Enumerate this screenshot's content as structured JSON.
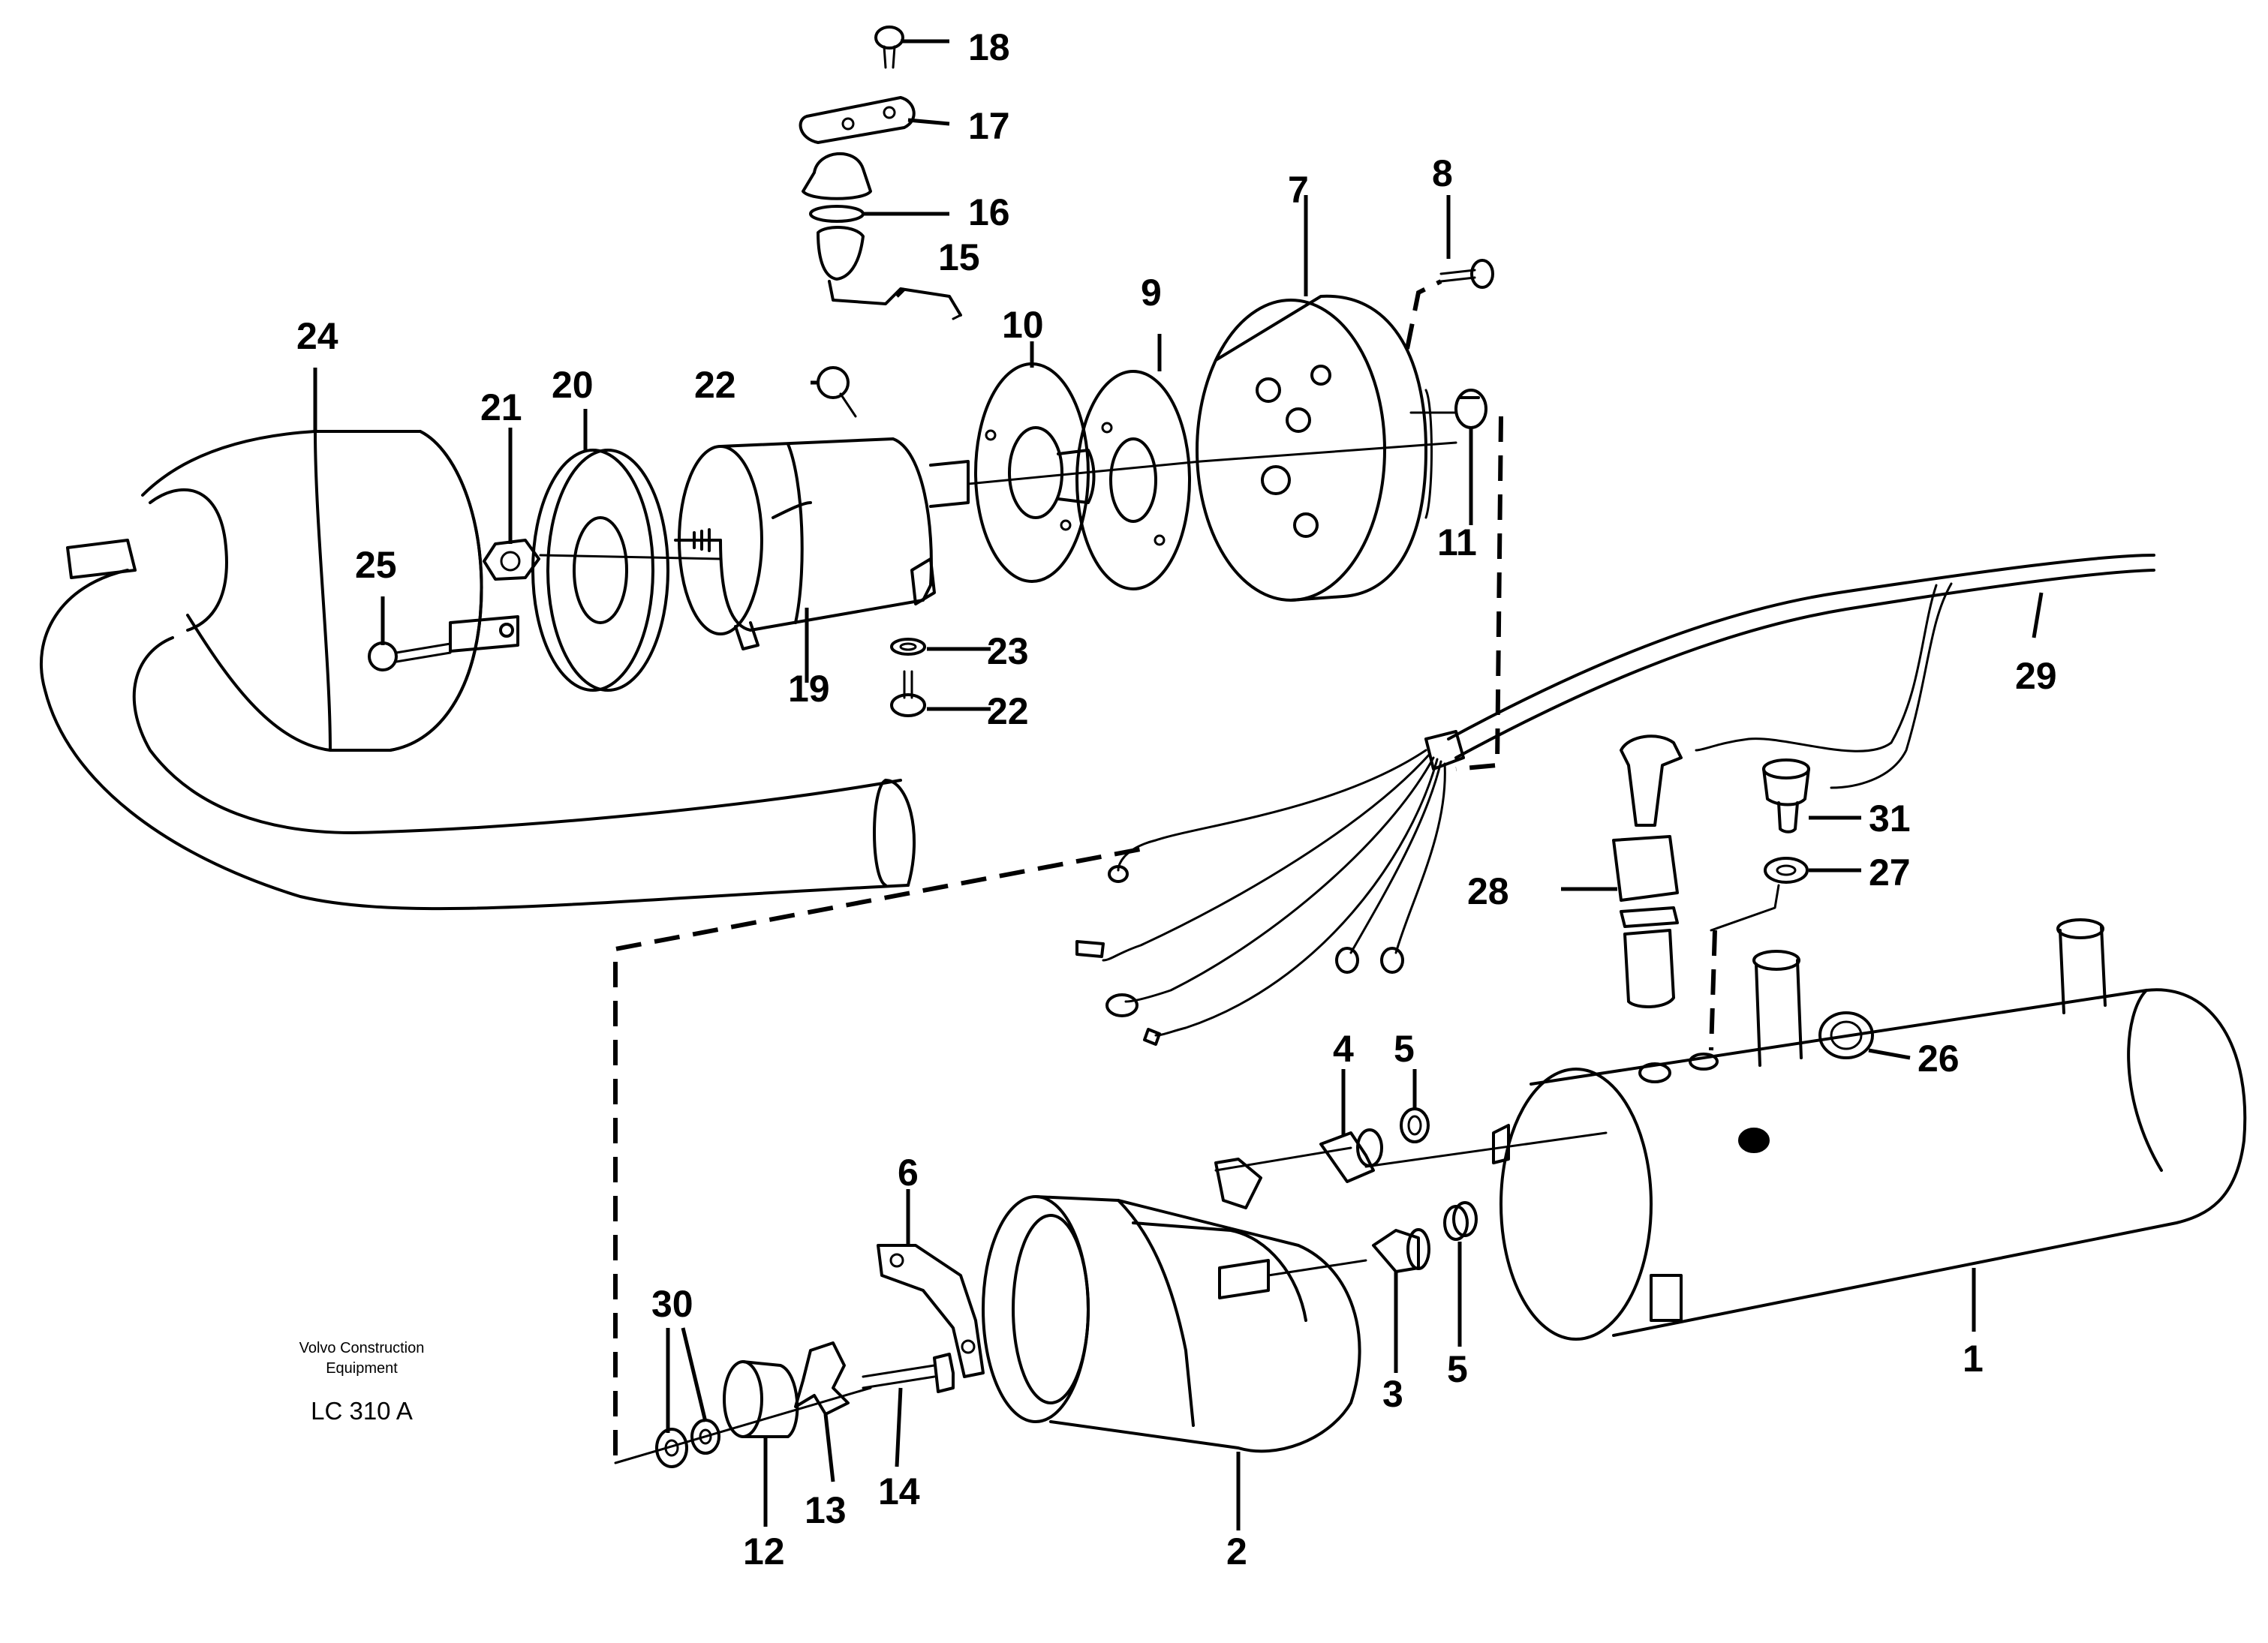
{
  "diagram": {
    "callouts": [
      "1",
      "2",
      "3",
      "4",
      "5",
      "6",
      "7",
      "8",
      "9",
      "10",
      "11",
      "12",
      "13",
      "14",
      "15",
      "16",
      "17",
      "18",
      "19",
      "20",
      "21",
      "22",
      "23",
      "24",
      "25",
      "26",
      "27",
      "28",
      "29",
      "30",
      "31"
    ],
    "brand_line1": "Volvo Construction",
    "brand_line2": "Equipment",
    "code": "LC 310 A"
  }
}
